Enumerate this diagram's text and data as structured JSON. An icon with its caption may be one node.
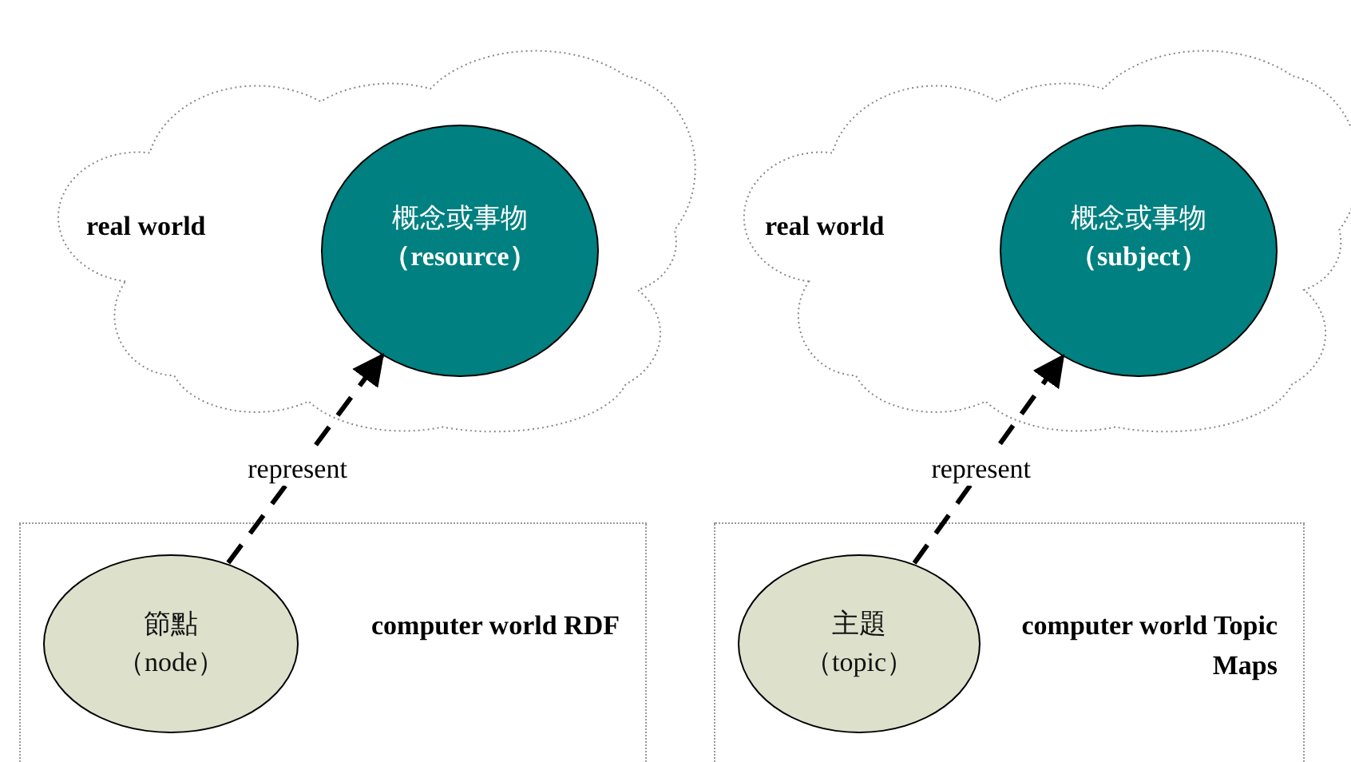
{
  "diagram": {
    "nodes": [
      {
        "text": [
          "real world"
        ]
      },
      {
        "text": [
          "概念或事物",
          "（resource）"
        ],
        "in": 0
      },
      {
        "text": [
          "computer world RDF"
        ]
      },
      {
        "text": [
          "節點",
          "（node）"
        ],
        "in": 2
      },
      {
        "text": [
          "real world"
        ]
      },
      {
        "text": [
          "概念或事物",
          "（subject）"
        ],
        "in": 4
      },
      {
        "text": [
          "computer world Topic Maps"
        ]
      },
      {
        "text": [
          "主題",
          "（topic）"
        ],
        "in": 6
      }
    ],
    "edges": [
      {
        "from": 3,
        "to": 1,
        "arrow": "to",
        "style": "dashed",
        "label": "represent"
      },
      {
        "from": 7,
        "to": 5,
        "arrow": "to",
        "style": "dashed",
        "label": "represent"
      }
    ]
  }
}
